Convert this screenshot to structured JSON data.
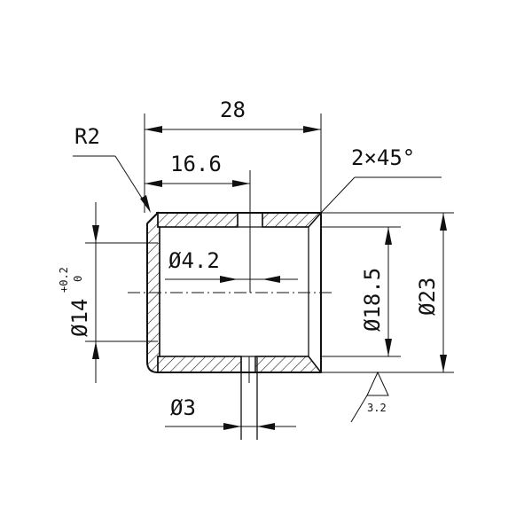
{
  "drawing": {
    "dimensions": {
      "total_length": "28",
      "bore_depth": "16.6",
      "radius": "R2",
      "chamfer": "2×45°",
      "hole_diameter": "Ø4.2",
      "inner_diameter": "Ø14",
      "inner_tol_upper": "+0.2",
      "inner_tol_lower": "0",
      "small_bore": "Ø18.5",
      "outer_diameter": "Ø23",
      "pin_hole": "Ø3",
      "roughness": "3.2"
    }
  }
}
